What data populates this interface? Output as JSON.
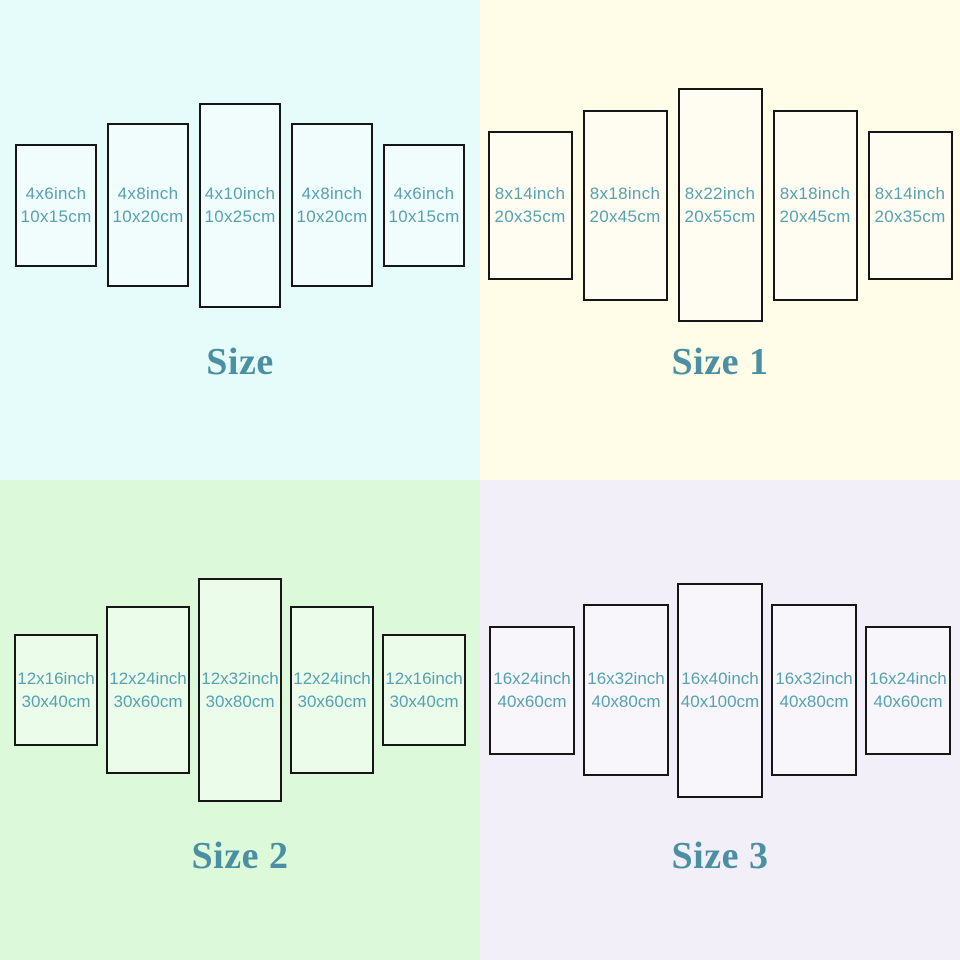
{
  "colors": {
    "quadrant_size_bg": "#e6fcfa",
    "quadrant_size1_bg": "#fffce8",
    "quadrant_size2_bg": "#dcf9da",
    "quadrant_size3_bg": "#f3eff8",
    "label_text": "#55a2b1",
    "title_text": "#4b90a2",
    "panel_border": "#161616"
  },
  "quadrants": [
    {
      "title": "Size",
      "bg": "#e6fcfa",
      "panels": [
        {
          "inch": "4x6inch",
          "cm": "10x15cm"
        },
        {
          "inch": "4x8inch",
          "cm": "10x20cm"
        },
        {
          "inch": "4x10inch",
          "cm": "10x25cm"
        },
        {
          "inch": "4x8inch",
          "cm": "10x20cm"
        },
        {
          "inch": "4x6inch",
          "cm": "10x15cm"
        }
      ]
    },
    {
      "title": "Size 1",
      "bg": "#fffce8",
      "panels": [
        {
          "inch": "8x14inch",
          "cm": "20x35cm"
        },
        {
          "inch": "8x18inch",
          "cm": "20x45cm"
        },
        {
          "inch": "8x22inch",
          "cm": "20x55cm"
        },
        {
          "inch": "8x18inch",
          "cm": "20x45cm"
        },
        {
          "inch": "8x14inch",
          "cm": "20x35cm"
        }
      ]
    },
    {
      "title": "Size 2",
      "bg": "#dcf9da",
      "panels": [
        {
          "inch": "12x16inch",
          "cm": "30x40cm"
        },
        {
          "inch": "12x24inch",
          "cm": "30x60cm"
        },
        {
          "inch": "12x32inch",
          "cm": "30x80cm"
        },
        {
          "inch": "12x24inch",
          "cm": "30x60cm"
        },
        {
          "inch": "12x16inch",
          "cm": "30x40cm"
        }
      ]
    },
    {
      "title": "Size 3",
      "bg": "#f3eff8",
      "panels": [
        {
          "inch": "16x24inch",
          "cm": "40x60cm"
        },
        {
          "inch": "16x32inch",
          "cm": "40x80cm"
        },
        {
          "inch": "16x40inch",
          "cm": "40x100cm"
        },
        {
          "inch": "16x32inch",
          "cm": "40x80cm"
        },
        {
          "inch": "16x24inch",
          "cm": "40x60cm"
        }
      ]
    }
  ]
}
